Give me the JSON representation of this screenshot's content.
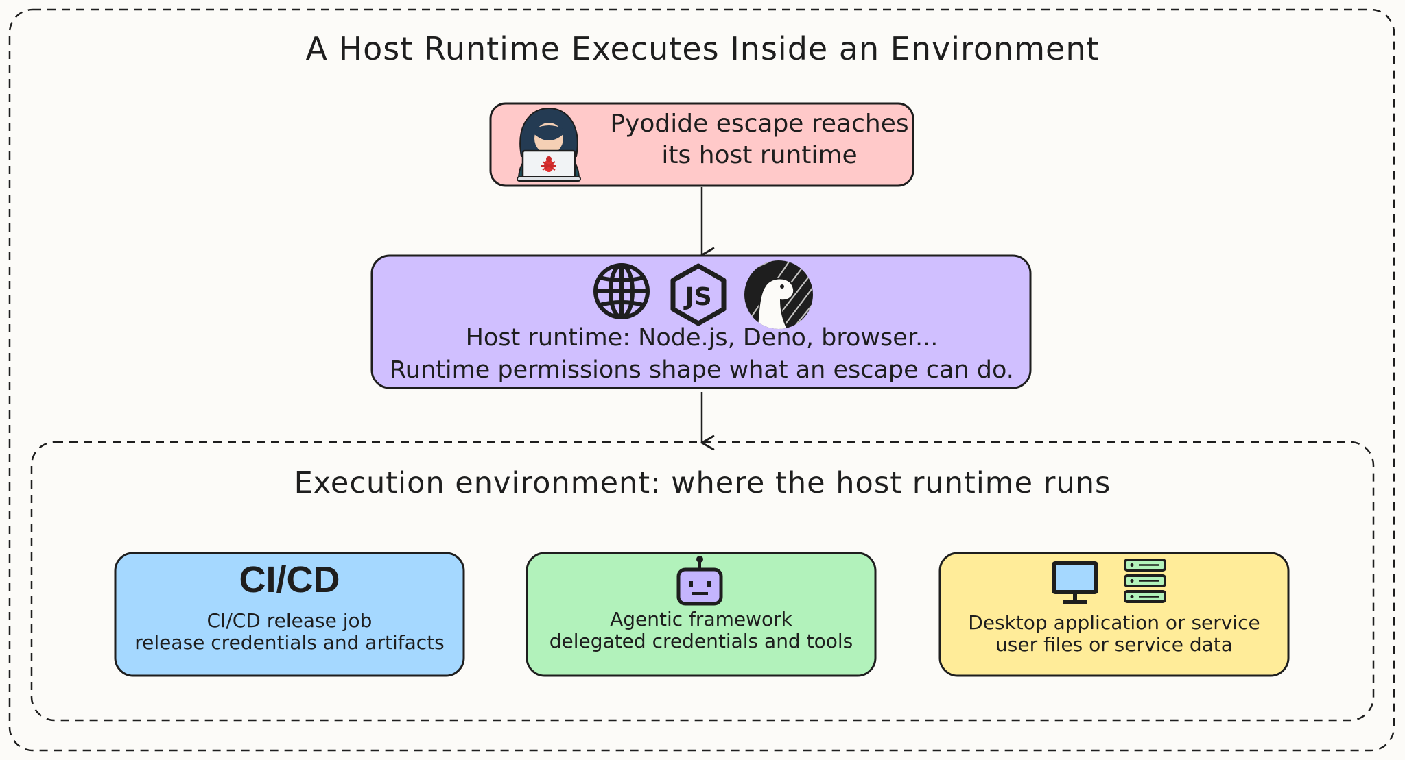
{
  "title": "A Host Runtime Executes Inside an Environment",
  "attacker": {
    "line1": "Pyodide escape reaches",
    "line2": "its host runtime",
    "icon": "hacker-laptop-icon"
  },
  "host_runtime": {
    "line1": "Host runtime: Node.js, Deno, browser...",
    "line2": "Runtime permissions shape what an escape can do.",
    "icons": [
      "globe-icon",
      "nodejs-icon",
      "deno-icon"
    ]
  },
  "environment": {
    "title": "Execution environment: where the host runtime runs",
    "cards": [
      {
        "heading": "CI/CD",
        "line1": "CI/CD release job",
        "line2": "release credentials and artifacts",
        "color": "#a5d8ff"
      },
      {
        "line1": "Agentic framework",
        "line2": "delegated credentials and tools",
        "icon": "robot-icon",
        "color": "#b2f2bb"
      },
      {
        "line1": "Desktop application or service",
        "line2": "user files or service data",
        "icons": [
          "monitor-icon",
          "server-icon"
        ],
        "color": "#ffec99"
      }
    ]
  },
  "colors": {
    "attacker_box": "#ffc9c9",
    "host_box": "#d0bfff",
    "stroke": "#1e1e1e",
    "background": "#fcfbf8"
  }
}
